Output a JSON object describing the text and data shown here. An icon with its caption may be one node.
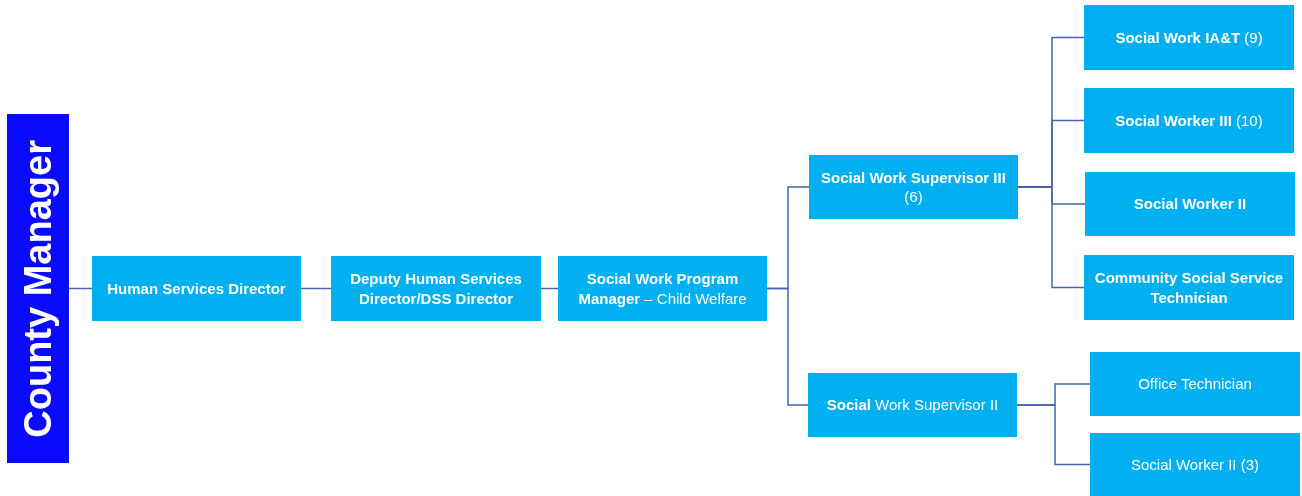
{
  "diagram": {
    "nodes": [
      {
        "text": [
          "County Manager"
        ]
      },
      {
        "text": [
          "Human Services Director"
        ]
      },
      {
        "text": [
          "Deputy Human Services Director/DSS Director"
        ]
      },
      {
        "text": [
          "**Social Work Program Manager** – Child Welfare"
        ]
      },
      {
        "text": [
          "**Social Work Supervisor III** (6)"
        ]
      },
      {
        "text": [
          "**Social** Work Supervisor II"
        ]
      },
      {
        "text": [
          "**Social Work IA&T** (9)"
        ]
      },
      {
        "text": [
          "**Social Worker III** (10)"
        ]
      },
      {
        "text": [
          "**Social Worker II**"
        ]
      },
      {
        "text": [
          "**Community Social Service Technician**"
        ]
      },
      {
        "text": [
          "Office Technician"
        ]
      },
      {
        "text": [
          "Social Worker II (3)"
        ]
      }
    ],
    "edges": [
      {
        "from": 0,
        "to": 1,
        "arrow": "none"
      },
      {
        "from": 1,
        "to": 2,
        "arrow": "none"
      },
      {
        "from": 2,
        "to": 3,
        "arrow": "none"
      },
      {
        "from": 3,
        "to": 4,
        "arrow": "none"
      },
      {
        "from": 3,
        "to": 5,
        "arrow": "none"
      },
      {
        "from": 4,
        "to": 6,
        "arrow": "none"
      },
      {
        "from": 4,
        "to": 7,
        "arrow": "none"
      },
      {
        "from": 4,
        "to": 8,
        "arrow": "none"
      },
      {
        "from": 4,
        "to": 9,
        "arrow": "none"
      },
      {
        "from": 5,
        "to": 10,
        "arrow": "none"
      },
      {
        "from": 5,
        "to": 11,
        "arrow": "none"
      }
    ]
  }
}
